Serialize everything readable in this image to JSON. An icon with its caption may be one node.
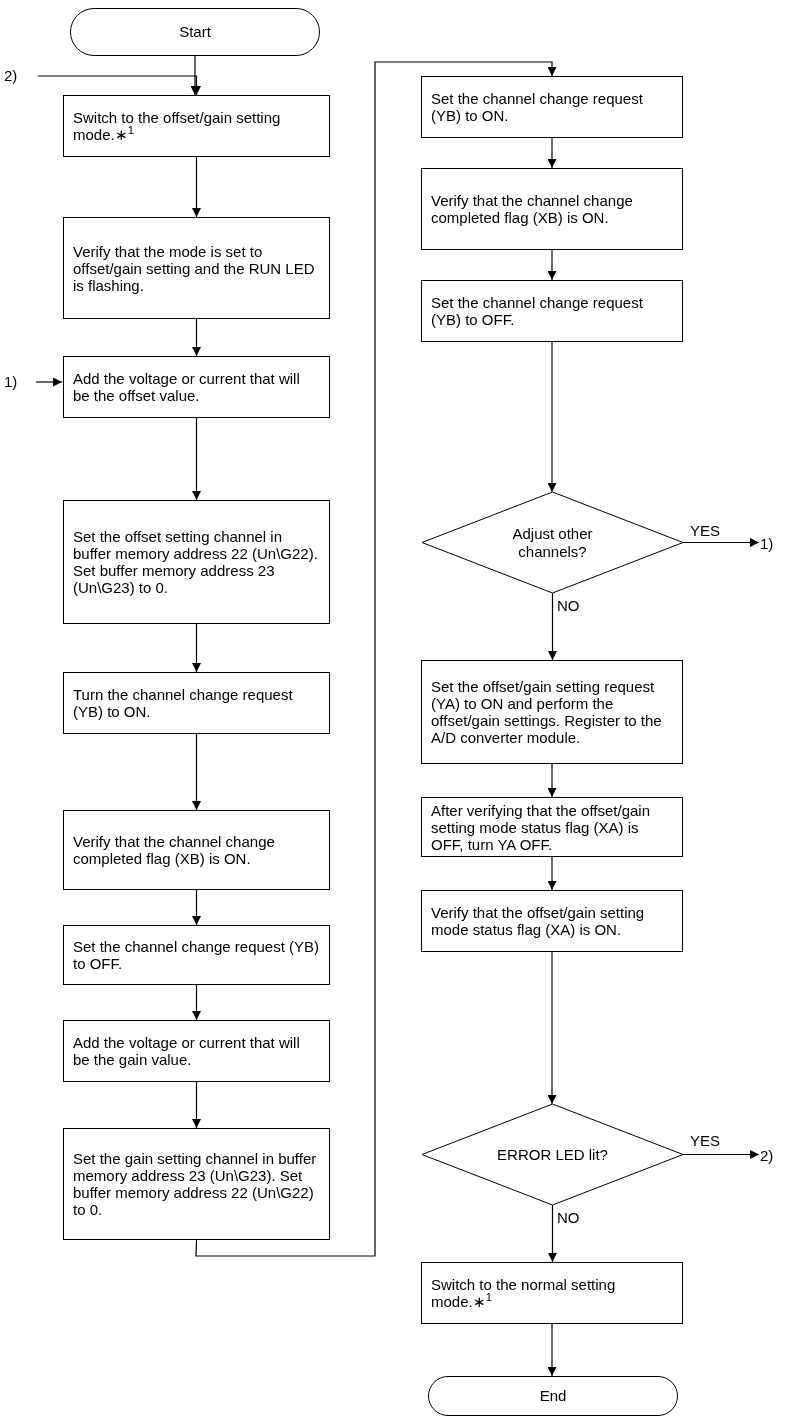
{
  "diagram": {
    "nodes": [
      {
        "text": [
          "Start"
        ]
      },
      {
        "text": [
          "Switch to the offset/gain setting mode.∗$^{1}$"
        ]
      },
      {
        "text": [
          "Verify that the mode is set to offset/gain setting and the RUN LED is flashing."
        ]
      },
      {
        "text": [
          "Add the voltage or current that will be the offset value."
        ]
      },
      {
        "text": [
          "Set the offset setting channel in buffer memory address 22 (Un\\G22). Set buffer memory address 23 (Un\\G23) to 0."
        ]
      },
      {
        "text": [
          "Turn the channel change request (YB) to ON."
        ]
      },
      {
        "text": [
          "Verify that the channel change completed flag (XB) is ON."
        ]
      },
      {
        "text": [
          "Set the channel change request (YB) to OFF."
        ]
      },
      {
        "text": [
          "Add the voltage or current that will be the gain value."
        ]
      },
      {
        "text": [
          "Set the gain setting channel in buffer memory address 23 (Un\\G23). Set buffer memory address 22 (Un\\G22) to 0."
        ]
      },
      {
        "text": [
          "Set the channel change request (YB) to ON."
        ]
      },
      {
        "text": [
          "Verify that the channel change completed flag (XB) is ON."
        ]
      },
      {
        "text": [
          "Set the channel change request (YB) to OFF."
        ]
      },
      {
        "text": [
          "Adjust other channels?"
        ]
      },
      {
        "text": [
          "Set the offset/gain setting request (YA) to ON and perform the offset/gain settings. Register to the A/D converter module."
        ]
      },
      {
        "text": [
          "After verifying that the offset/gain setting mode status flag (XA) is OFF, turn YA OFF."
        ]
      },
      {
        "text": [
          "Verify that the offset/gain setting mode status flag (XA) is ON."
        ]
      },
      {
        "text": [
          "ERROR LED lit?"
        ]
      },
      {
        "text": [
          "Switch to the normal setting mode.∗$^{1}$"
        ]
      },
      {
        "text": [
          "End"
        ]
      },
      {
        "text": [
          "2)"
        ]
      },
      {
        "text": [
          "1)"
        ]
      },
      {
        "text": [
          "1)"
        ]
      },
      {
        "text": [
          "2)"
        ]
      }
    ],
    "edges": [
      {
        "from": 0,
        "to": 1,
        "arrow": "to"
      },
      {
        "from": 20,
        "to": 1,
        "arrow": "to"
      },
      {
        "from": 1,
        "to": 2,
        "arrow": "to"
      },
      {
        "from": 2,
        "to": 3,
        "arrow": "to"
      },
      {
        "from": 21,
        "to": 3,
        "arrow": "to"
      },
      {
        "from": 3,
        "to": 4,
        "arrow": "to"
      },
      {
        "from": 4,
        "to": 5,
        "arrow": "to"
      },
      {
        "from": 5,
        "to": 6,
        "arrow": "to"
      },
      {
        "from": 6,
        "to": 7,
        "arrow": "to"
      },
      {
        "from": 7,
        "to": 8,
        "arrow": "to"
      },
      {
        "from": 8,
        "to": 9,
        "arrow": "to"
      },
      {
        "from": 9,
        "to": 10,
        "arrow": "to"
      },
      {
        "from": 10,
        "to": 11,
        "arrow": "to"
      },
      {
        "from": 11,
        "to": 12,
        "arrow": "to"
      },
      {
        "from": 12,
        "to": 13,
        "arrow": "to"
      },
      {
        "from": 13,
        "to": 22,
        "arrow": "to",
        "label": "YES"
      },
      {
        "from": 13,
        "to": 14,
        "arrow": "to",
        "label": "NO"
      },
      {
        "from": 14,
        "to": 15,
        "arrow": "to"
      },
      {
        "from": 15,
        "to": 16,
        "arrow": "to"
      },
      {
        "from": 16,
        "to": 17,
        "arrow": "to"
      },
      {
        "from": 17,
        "to": 23,
        "arrow": "to",
        "label": "YES"
      },
      {
        "from": 17,
        "to": 18,
        "arrow": "to",
        "label": "NO"
      },
      {
        "from": 18,
        "to": 19,
        "arrow": "to"
      }
    ]
  }
}
